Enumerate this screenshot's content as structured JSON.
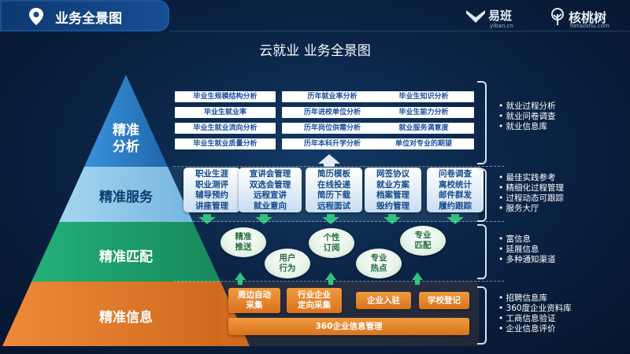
{
  "header": {
    "title": "业务全景图"
  },
  "logos": {
    "yiban": {
      "name": "易班",
      "sub": "yiban.cn"
    },
    "hetaoshu": {
      "name": "核桃树",
      "sub": "hetaoshu.com"
    }
  },
  "slide_title": "云就业 业务全景图",
  "pyramid": {
    "layers": [
      {
        "label": [
          "精准",
          "分析"
        ],
        "color": "#2b7fc9"
      },
      {
        "label": [
          "精准服务"
        ],
        "color": "#8fc8e8"
      },
      {
        "label": [
          "精准匹配"
        ],
        "color": "#1e9e6a"
      },
      {
        "label": [
          "精准信息"
        ],
        "color": "#e0792a"
      }
    ]
  },
  "analysis": {
    "columns": [
      [
        "毕业生规模结构分析",
        "毕业生就业率",
        "毕业生就业流向分析",
        "毕业生就业质量分析"
      ],
      [
        "历年就业率分析",
        "历年进校单位分析",
        "历年岗位供需分析",
        "历年本科升学分析"
      ],
      [
        "毕业生知识分析",
        "毕业生能力分析",
        "就业服务满意度",
        "单位对专业的期望"
      ]
    ],
    "bullets": [
      "就业过程分析",
      "就业问卷调查",
      "就业信息库"
    ]
  },
  "service": {
    "boxes": [
      [
        "职业生涯",
        "职业测评",
        "辅导预约",
        "讲座管理"
      ],
      [
        "宣讲会管理",
        "双选会管理",
        "远程宣讲",
        "就业意向"
      ],
      [
        "简历模板",
        "在线投递",
        "简历下载",
        "远程面试"
      ],
      [
        "网签协议",
        "就业方案",
        "档案管理",
        "毁约管理"
      ],
      [
        "问卷调查",
        "离校统计",
        "邮件群发",
        "履约跟踪"
      ]
    ],
    "bullets": [
      "最佳实践参考",
      "精细化过程管理",
      "过程动态可跟踪",
      "服务大厅"
    ]
  },
  "match": {
    "ovals": [
      [
        "精准",
        "推送"
      ],
      [
        "用户",
        "行为"
      ],
      [
        "个性",
        "订阅"
      ],
      [
        "专业",
        "热点"
      ],
      [
        "专业",
        "匹配"
      ]
    ],
    "bullets": [
      "富信息",
      "延展信息",
      "多种通知渠道"
    ]
  },
  "info": {
    "boxes": [
      [
        "周边自动",
        "采集"
      ],
      [
        "行业企业",
        "定向采集"
      ],
      [
        "企业入驻"
      ],
      [
        "学校登记"
      ]
    ],
    "bottom": "360企业信息管理",
    "bullets": [
      "招聘信息库",
      "360度企业资料库",
      "工商信息验证",
      "企业信息评价"
    ]
  },
  "colors": {
    "analysis": "#2b7fc9",
    "service": "#8fc8e8",
    "match": "#1e9e6a",
    "info": "#e0792a"
  }
}
